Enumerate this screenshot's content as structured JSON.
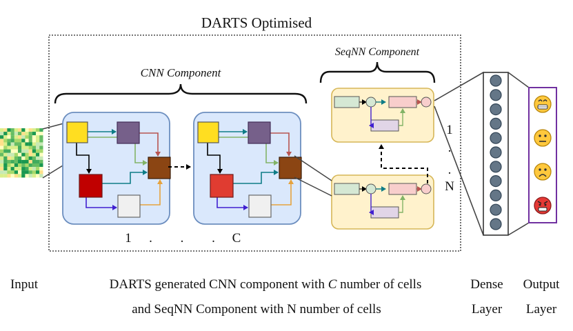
{
  "title": "DARTS Optimised",
  "cnn": {
    "label": "CNN Component",
    "count_first": "1",
    "count_dots": ". . .",
    "count_last": "C"
  },
  "seqnn": {
    "label": "SeqNN Component",
    "count_first": "1",
    "count_dots": ". .",
    "count_last": "N"
  },
  "captions": {
    "input": "Input",
    "main_line1_pre": "DARTS generated CNN component with ",
    "main_line1_var": "C",
    "main_line1_post": " number of cells",
    "main_line2": "and SeqNN Component with N number of cells",
    "dense_line1": "Dense",
    "dense_line2": "Layer",
    "output_line1": "Output",
    "output_line2": "Layer"
  },
  "output_emojis": [
    "grinning-face",
    "neutral-face",
    "frowning-face",
    "angry-face"
  ],
  "colors": {
    "cell_fill": "#dae8fc",
    "cell_border": "#6c8ebf",
    "seq_fill": "#fff2cc",
    "seq_border": "#d6b656",
    "node_yellow": "#ffde21",
    "node_purple": "#76608a",
    "node_brown": "#8b4513",
    "node_red": "#cc0000",
    "node_gray": "#f0f0f0",
    "seq_green": "#d5e8d4",
    "seq_pink": "#f8cecc",
    "seq_lilac": "#e1d5e7",
    "neuron": "#647687",
    "output_border": "#7030a0"
  }
}
